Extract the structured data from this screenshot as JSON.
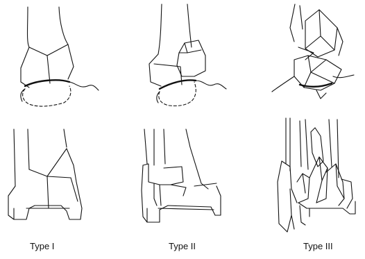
{
  "labels": [
    "Type I",
    "Type II",
    "Type III"
  ],
  "line_color": "#111111",
  "background": "#ffffff"
}
